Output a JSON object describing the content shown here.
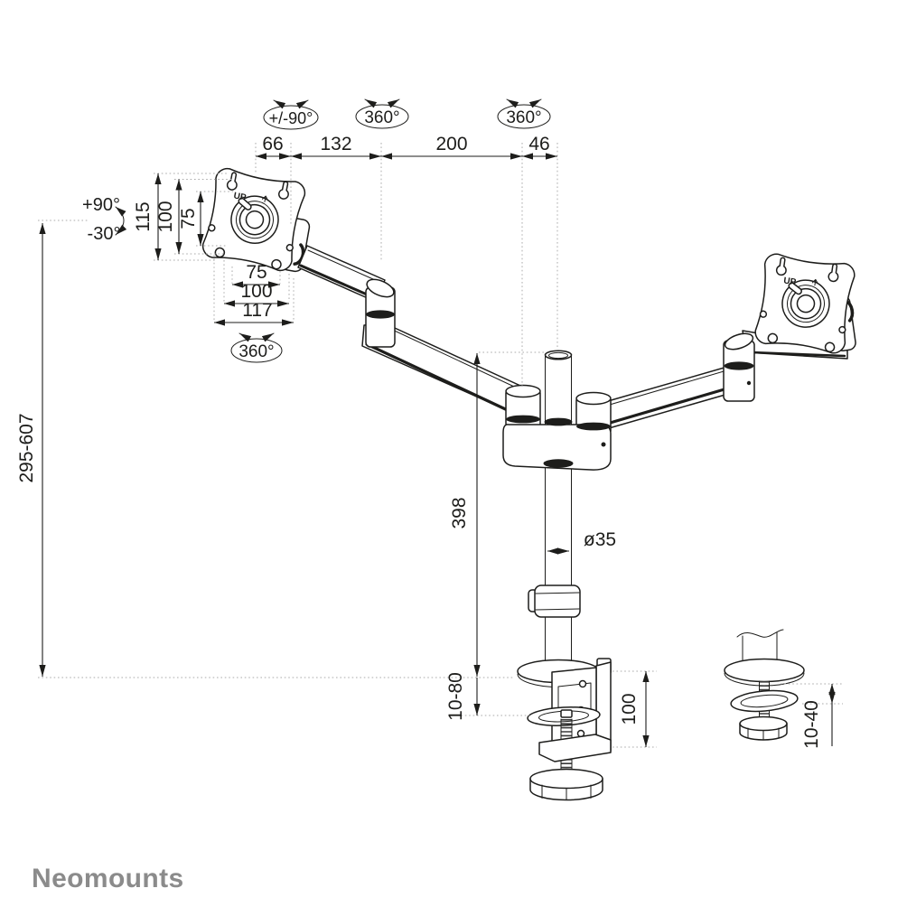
{
  "colors": {
    "ink": "#1d1d1b",
    "leader_gray": "#ababab",
    "logo_gray": "#8b8b8b",
    "background": "#ffffff"
  },
  "logo": {
    "text": "Neomounts"
  },
  "dimensions": {
    "top": [
      "66",
      "132",
      "200",
      "46"
    ],
    "vesa_vertical": [
      "115",
      "100",
      "75"
    ],
    "vesa_horizontal": [
      "75",
      "100",
      "117"
    ],
    "height_range": "295-607",
    "pole_length": "398",
    "pole_diameter": "ø35",
    "clamp_thickness_range": "10-80",
    "clamp_height": "100",
    "grommet_thickness_range": "10-40"
  },
  "rotation_labels": {
    "vesa_swivel": "+/-90°",
    "arm_mid_joint": "360°",
    "arm_pole_joint": "360°",
    "vesa_rotate": "360°",
    "tilt_up": "+90°",
    "tilt_down": "-30°"
  },
  "part_labels": {
    "vesa_up_left": "UP",
    "vesa_up_right": "UP"
  }
}
